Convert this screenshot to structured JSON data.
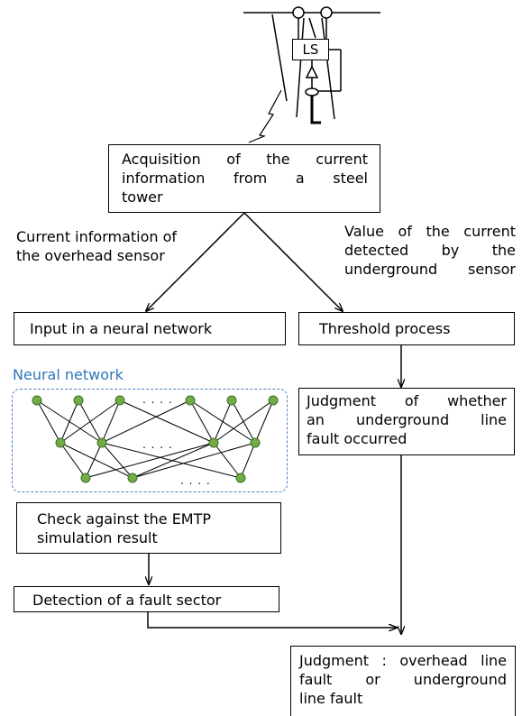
{
  "tower": {
    "ls_label": "LS"
  },
  "acquisition_box": {
    "lines": [
      "Acquisition of the current",
      "information from a steel",
      "tower"
    ]
  },
  "left_branch_label": {
    "lines": [
      "Current information of",
      "the overhead sensor"
    ]
  },
  "right_branch_label": {
    "lines": [
      "Value of the current",
      "detected by the",
      "underground sensor"
    ]
  },
  "nn_input_box": {
    "text": "Input in a neural network"
  },
  "threshold_box": {
    "text": "Threshold process"
  },
  "neural_network": {
    "title": "Neural network",
    "dots_top": ". . . .",
    "dots_middle": ". . . .",
    "dots_bottom": ". . . ."
  },
  "underground_judgment_box": {
    "lines": [
      "Judgment of whether",
      "an underground line",
      "fault occurred"
    ]
  },
  "emtp_box": {
    "lines": [
      "Check against the EMTP",
      "simulation result"
    ]
  },
  "fault_sector_box": {
    "text": "Detection of a fault sector"
  },
  "final_box": {
    "lines": [
      "Judgment : overhead line",
      "fault or underground",
      "line fault"
    ]
  },
  "colors": {
    "node_fill": "#70ad47",
    "node_stroke": "#3e6e25",
    "nn_title": "#2e75b6",
    "nn_border": "#4f81bd"
  }
}
